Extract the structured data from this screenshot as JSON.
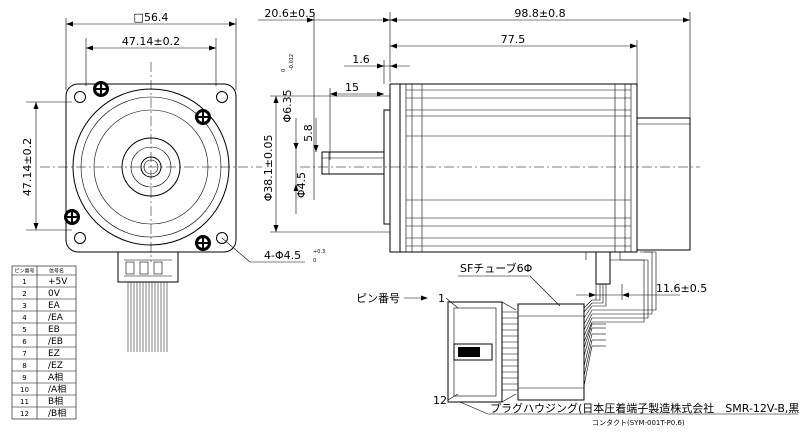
{
  "dimensions": {
    "square": "□56.4",
    "hole_pitch_h": "47.14±0.2",
    "hole_pitch_v": "47.14±0.2",
    "flange": "20.6±0.5",
    "body": "98.8±0.8",
    "length": "77.5",
    "step": "1.6",
    "shaft_len": "15",
    "shaft_dia": "Φ6.35",
    "shaft_tol_upper": "0",
    "shaft_tol_lower": "-0.012",
    "d_cut": "5.8",
    "pilot": "Φ38.1±0.05",
    "pilot2": "Φ4.5",
    "holes": "4-Φ4.5",
    "holes_tol_upper": "+0.3",
    "holes_tol_lower": "0",
    "cable": "11.6±0.5"
  },
  "labels": {
    "sf_tube": "SFチューブ6Φ",
    "pin_no": "ピン番号",
    "pin_1": "1",
    "pin_12": "12",
    "housing": "プラグハウジング(日本圧着端子製造株式会社　SMR-12V-B,黒)",
    "contact": "コンタクト(SYM-001T-P0.6)"
  },
  "pin_table": {
    "headers": [
      "ピン番号",
      "信号名"
    ],
    "rows": [
      [
        "1",
        "+5V"
      ],
      [
        "2",
        "0V"
      ],
      [
        "3",
        "EA"
      ],
      [
        "4",
        "/EA"
      ],
      [
        "5",
        "EB"
      ],
      [
        "6",
        "/EB"
      ],
      [
        "7",
        "EZ"
      ],
      [
        "8",
        "/EZ"
      ],
      [
        "9",
        "A相"
      ],
      [
        "10",
        "/A相"
      ],
      [
        "11",
        "B相"
      ],
      [
        "12",
        "/B相"
      ]
    ]
  }
}
